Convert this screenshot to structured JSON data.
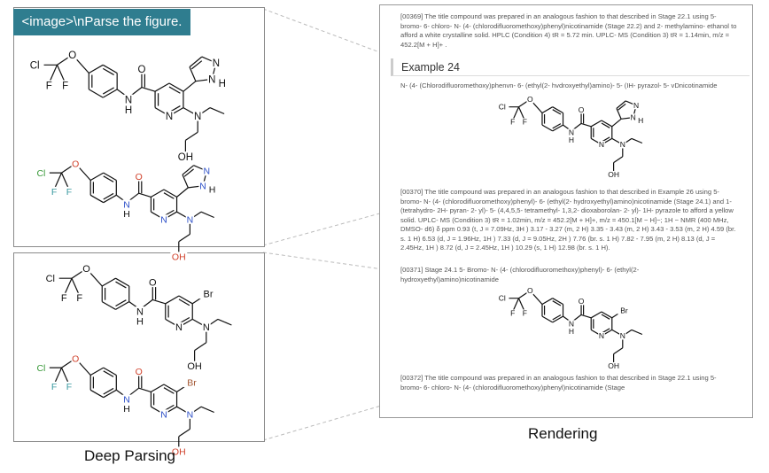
{
  "prompt": "<image>\\nParse the figure.",
  "captions": {
    "left": "Deep Parsing",
    "right": "Rendering"
  },
  "colors": {
    "prompt_bg": "#2f7d8f",
    "Cl": "#3a9a3a",
    "F": "#3a9aa0",
    "O": "#d0402a",
    "N": "#2d50c8",
    "Br": "#a0522d"
  },
  "panel": {
    "p369": "[00369] The title compound was prepared in an analogous fashion to that described in Stage 22.1 using 5- bromo- 6- chloro- N- (4- (chlorodifluoromethoxy)phenyl)nicotinamide (Stage 22.2) and 2- methylamino- ethanol to afford a white crystalline solid. HPLC (Condition 4) tR = 5.72 min. UPLC- MS (Condition 3) tR = 1.14min, m/z = 452.2[M + H]+ .",
    "heading": "Example 24",
    "compound_name": "N- (4- (Chlorodifluoromethoxy)phenvn- 6- (ethyl(2- hvdroxyethyl)amino)- 5- (IH- pyrazol- 5- vDnicotinamide",
    "p370": "[00370] The title compound was prepared in an analogous fashion to that described in Example 26 using 5- bromo- N- (4- (chlorodifluoromethoxy)phenyl)- 6- (ethyl(2- hydroxyethyl)amino)nicotinamide (Stage 24.1) and 1- (tetrahydro- 2H- pyran- 2- yl)- 5- (4,4,5,5- tetramethyl- 1,3,2- dioxaborolan- 2- yl)- 1H- pyrazole to afford a yellow solid. UPLC- MS (Condition 3) tR = 1.02min, m/z = 452.2[M + H]+, m/z = 450.1[M − H]−; 1H − NMR (400 MHz, DMSO- d6) δ ppm 0.93 (t, J = 7.09Hz, 3H ) 3.17 - 3.27 (m, 2 H) 3.35 - 3.43 (m, 2 H) 3.43 - 3.53 (m, 2 H) 4.59 (br. s. 1 H) 6.53 (d, J = 1.96Hz, 1H ) 7.33 (d, J = 9.05Hz, 2H ) 7.76 (br. s. 1 H) 7.82 - 7.95 (m, 2 H) 8.13 (d, J = 2.45Hz, 1H ) 8.72 (d, J = 2.45Hz, 1H ) 10.29 (s, 1 H) 12.98 (br. s. 1 H).",
    "p371": "[00371] Stage 24.1 5- Bromo- N- (4- (chlorodifluoromethoxy)phenyl)- 6- (ethyl(2- hydroxyethyl)amino)nicotinamide",
    "p372": "[00372] The title compound was prepared in an analogous fashion to that described in Stage 22.1 using 5- bromo- 6- chloro- N- (4- (chlorodifluoromethoxy)phenyl)nicotinamide (Stage"
  },
  "molecules": [
    {
      "id": "input-pyrazole",
      "substituent": "pyrazole",
      "colored": false,
      "labels": {
        "Cl": "Cl",
        "O1": "O",
        "F1": "F",
        "F2": "F",
        "NH": "N",
        "H": "H",
        "O2": "O",
        "Npy": "N",
        "Nam": "N",
        "OH": "OH",
        "Nz1": "N",
        "Nz2": "N",
        "Hz": "H"
      }
    },
    {
      "id": "parsed-pyrazole",
      "substituent": "pyrazole",
      "colored": true,
      "labels": {
        "Cl": "Cl",
        "O1": "O",
        "F1": "F",
        "F2": "F",
        "NH": "N",
        "H": "H",
        "O2": "O",
        "Npy": "N",
        "Nam": "N",
        "OH": "OH",
        "Nz1": "N",
        "Nz2": "N",
        "Hz": "H"
      }
    },
    {
      "id": "input-bromo",
      "substituent": "Br",
      "colored": false,
      "labels": {
        "Cl": "Cl",
        "O1": "O",
        "F1": "F",
        "F2": "F",
        "NH": "N",
        "H": "H",
        "O2": "O",
        "Npy": "N",
        "Nam": "N",
        "OH": "OH",
        "Br": "Br"
      }
    },
    {
      "id": "parsed-bromo",
      "substituent": "Br",
      "colored": true,
      "labels": {
        "Cl": "Cl",
        "O1": "O",
        "F1": "F",
        "F2": "F",
        "NH": "N",
        "H": "H",
        "O2": "O",
        "Npy": "N",
        "Nam": "N",
        "OH": "OH",
        "Br": "Br"
      }
    },
    {
      "id": "render-pyrazole",
      "substituent": "pyrazole",
      "colored": false,
      "labels": {
        "Cl": "Cl",
        "O1": "O",
        "F1": "F",
        "F2": "F",
        "NH": "N",
        "H": "H",
        "O2": "O",
        "Npy": "N",
        "Nam": "N",
        "OH": "OH",
        "Nz1": "N",
        "Nz2": "N",
        "Hz": "H"
      }
    },
    {
      "id": "render-bromo",
      "substituent": "Br",
      "colored": false,
      "labels": {
        "Cl": "Cl",
        "O1": "O",
        "F1": "F",
        "F2": "F",
        "NH": "N",
        "H": "H",
        "O2": "O",
        "Npy": "N",
        "Nam": "N",
        "OH": "OH",
        "Br": "Br"
      }
    }
  ]
}
